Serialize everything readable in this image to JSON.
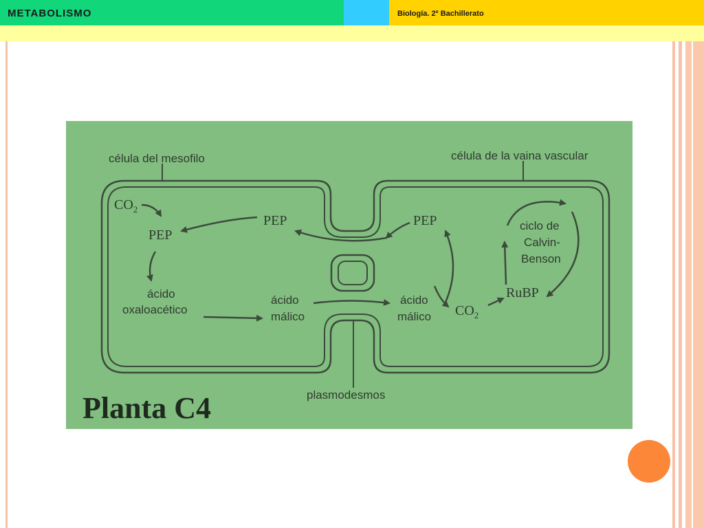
{
  "header": {
    "title": "METABOLISMO",
    "subject": "Biología. 2º Bachillerato"
  },
  "colors": {
    "green": "#12d67a",
    "cyan": "#33ccff",
    "yellow": "#ffd200",
    "strip": "#ffff9e",
    "border_lines": "#f7c2aa",
    "circle": "#fd8738",
    "diagram_bg": "#82be80",
    "diagram_ink": "#2f3b2f"
  },
  "diagram": {
    "mesophyll_cell": "célula del mesofilo",
    "sheath_cell": "célula de la vaina vascular",
    "co2_left": "CO",
    "co2_sub": "2",
    "pep_left": "PEP",
    "pep_center": "PEP",
    "pep_right": "PEP",
    "oxaloacetic_1": "ácido",
    "oxaloacetic_2": "oxaloacético",
    "malic_center_1": "ácido",
    "malic_center_2": "málico",
    "malic_right_1": "ácido",
    "malic_right_2": "málico",
    "co2_right": "CO",
    "co2_right_sub": "2",
    "rubp": "RuBP",
    "cycle_1": "ciclo de",
    "cycle_2": "Calvin-",
    "cycle_3": "Benson",
    "plasmodesmata": "plasmodesmos",
    "plant_title": "Planta C4"
  }
}
